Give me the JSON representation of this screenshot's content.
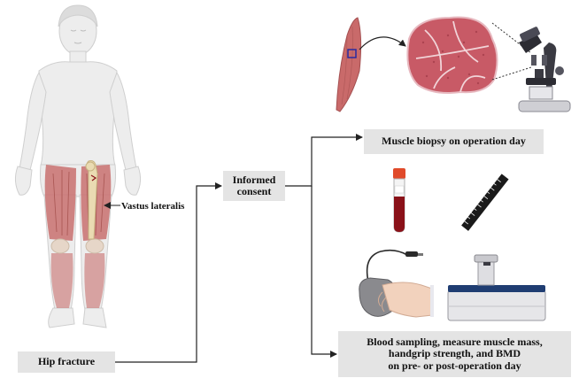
{
  "labels": {
    "hip_fracture": "Hip fracture",
    "informed_consent": "Informed\nconsent",
    "vastus_lateralis": "Vastus lateralis",
    "muscle_biopsy": "Muscle biopsy on operation day",
    "blood_sampling": "Blood sampling, measure muscle mass,\nhandgrip strength, and BMD\non pre- or post-operation day"
  },
  "colors": {
    "box_fill": "#e4e4e4",
    "arrow": "#222222",
    "body_fill": "#ececec",
    "muscle": "#c8706e",
    "tissue": "#b5555f",
    "blood": "#8a1119",
    "cap": "#e04a2a"
  },
  "illustrations": [
    "human-body-figure",
    "muscle-fiber",
    "muscle-tissue-cross-section",
    "microscope-icon",
    "blood-tube-icon",
    "ruler-icon",
    "handgrip-dynamometer-icon",
    "dxa-scanner-icon"
  ]
}
